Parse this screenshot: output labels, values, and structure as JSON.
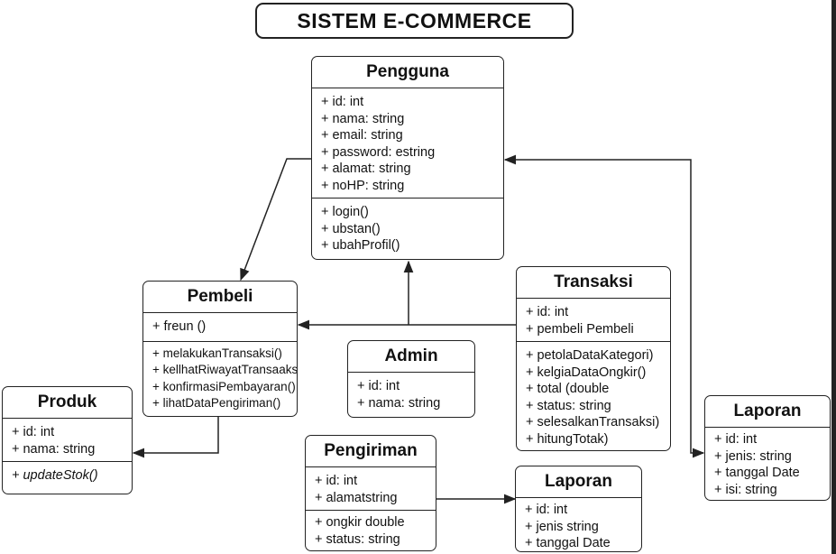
{
  "title": "SISTEM E-COMMERCE",
  "classes": {
    "pengguna": {
      "name": "Pengguna",
      "attributes": [
        "+ id: int",
        "+ nama: string",
        "+ email: string",
        "+ password: estring",
        "+ alamat: string",
        "+ noHP: string"
      ],
      "methods": [
        "+ login()",
        "+ ubstan()",
        "+ ubahProfil()"
      ]
    },
    "pembeli": {
      "name": "Pembeli",
      "attributes": [
        "+ freun ()"
      ],
      "methods": [
        "+ melakukanTransaksi()",
        "+ kellhatRiwayatTransaaksi()",
        "+ konfirmasiPembayaran()",
        "+ lihatDataPengiriman()"
      ]
    },
    "admin": {
      "name": "Admin",
      "attributes": [
        "+ id: int",
        "+ nama: string"
      ]
    },
    "transaksi": {
      "name": "Transaksi",
      "attributes": [
        "+ id: int",
        "+ pembeli Pembeli"
      ],
      "methods": [
        "+ petolaDataKategori)",
        "+ kelgiaDataOngkir()",
        "+ total (double",
        "+ status: string",
        "+ selesalkanTransaksi)",
        "+ hitungTotak)"
      ]
    },
    "produk": {
      "name": "Produk",
      "attributes": [
        "+ id: int",
        "+ nama: string"
      ],
      "methods": [
        "+ updateStok()"
      ]
    },
    "pengiriman": {
      "name": "Pengiriman",
      "attributes": [
        "+ id: int",
        "+ alamatstring"
      ],
      "methods": [
        "+ ongkir double",
        "+ status: string"
      ]
    },
    "laporan_bottom": {
      "name": "Laporan",
      "attributes": [
        "+ id: int",
        "+ jenis string",
        "+ tanggal Date"
      ]
    },
    "laporan_right": {
      "name": "Laporan",
      "attributes": [
        "+ id: int",
        "+ jenis: string",
        "+ tanggal  Date",
        "+ isi: string"
      ]
    }
  }
}
